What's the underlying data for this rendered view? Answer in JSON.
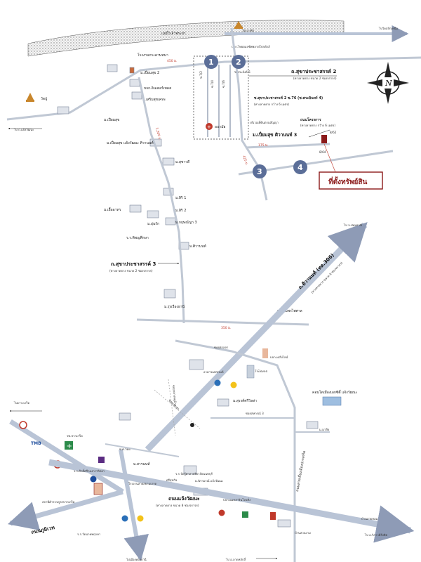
{
  "river": {
    "label": "แม่น้ำเจ้าพระยา"
  },
  "top_right_dest": "ไปวัดสลักเหนือ",
  "temple_top": "วัดบางพัง",
  "compass": {
    "north": "N"
  },
  "labels": {
    "factory": "โรงงานกระดาษหนา",
    "dist_450": "450 ม.",
    "company_photo": "บจก.ไทยฮอลซัพพลายโปรดักส์",
    "muban_piamsuk2": "ม.เปี่ยมสุข 2",
    "company_inter": "บจก.อินเตอร์เทคส",
    "wat_pu": "วัดปู",
    "muban_sermsuk": "ม.เสริมสุขเคหะ",
    "muban_piamsuk": "ม.เปี่ยมสุข",
    "to_chaengwattana_left": "ไป ถ.แจ้งวัฒนะ",
    "soi5": "ซ.พระอังค์ 5",
    "s72": "ซ.7/2",
    "s74": "ซ.7/4",
    "s76": "ซ.7/6",
    "road2_title": "ถ.สุขาประชาสรรค์ 2",
    "road2_sub": "(ทางลาดยาง ขนาด 2 ช่องจราจร)",
    "soi76_title": "ซ.สุขาประชาสรรค์ 2 ซ.76 (ซ.พระอินทร์ 4)",
    "soi76_sub": "(ทางลาดยาง กว้าง 6 เมตร)",
    "hospital": "อนามัย",
    "area_label": "บริเวณที่ดินตามสัญญา",
    "road_project": "ถนนโครงการ",
    "road_project_sub": "(ทางลาดยาง กว้าง 6 เมตร)",
    "muban_sivanat3": "ม.เปี่ยมสุข ศิวานนท์ 3",
    "dist_175": "175 ม.",
    "dist_425": "425 ม.",
    "plot1": "8/62",
    "plot2": "8/64",
    "property_box": "ที่ตั้งทรัพย์สิน",
    "dist_1300": "1,300 ม.",
    "muban_sivanat": "ม.เปี่ยมสุข แจ้งวัฒนะ ศิวานนท์",
    "muban_suchawadee": "ม.สุชาวดี",
    "muban_sirichai1": "ม.สิริ 1",
    "muban_sirichai2": "ม.สิริ 2",
    "muban_ekathorn": "ม.เอื้ออาทร",
    "muban_uthai": "ม.อุ่นรัก",
    "muban_kunthani3": "ม.กฤษณ์ญา 3",
    "school": "ร.ร.พิชญศึกษา",
    "muban_sirawan": "ม.ศิวานนท์",
    "to_pathumthani": "ไป จ.ปทุมธานี",
    "road3_title": "ถ.สุขาประชาสรรค์ 3",
    "road3_sub": "(ทางลาดยาง ขนาด 2 ช่องจราจร)",
    "tiwanon_title": "ถ.ติวานนท์ (ทล.306)",
    "tiwanon_sub": "(ทางลาดยาง ขนาด 6 ช่องจราจร)",
    "muban_rungrueang": "ม.รุ่งเรืองธานี",
    "school2": "ร.ร.อัมพรไพศาล",
    "dist_350": "350 ม.",
    "soi_sakon": "ซอยสกลลา",
    "company_dl": "บจก.เดลิ่งไลน์",
    "building_x": "อาคารแพชวนท์",
    "sevenel": "7-Eleven",
    "condo": "คอนโดเมืองเอกซิตี้ แจ้งวัฒนะ",
    "soi_big": "ซอยกลางหมู่บ้าน",
    "soi_ek": "ซอยเอกสุข",
    "soi_sahakorn": "ซอยสหกรณ์ 3",
    "muban_surangsri": "ม.สุรงค์ศรีวิลล่า",
    "muban_mali": "ม.มาลีย",
    "to_kret": "ไปเกาะเกร็ด",
    "tmb": "TMB",
    "hosp_pakkret": "รพ.ปากเกร็ด",
    "muban_sarn": "ม.สารนนท์",
    "soi_watti": "ซ.ศ.วัดตี",
    "school3": "ร.ร.วัดกู้ศาลาบริยาลัยนนทบุรี",
    "school4": "ร.ร.ศักดิ์ศรีกองการวิทยา",
    "hospital_nonthaburi": "โรงงานสายสยามเกรด",
    "srisuk": "ศรีสุขกิจ",
    "muban_nirun": "ม.นิรามรณ์ แจ้งวัฒนะ",
    "company_ms": "บจก.แมคสารินโลจสิ่ง",
    "ban_sayhom": "บ้านสายหอม",
    "chaeng_title": "ถนนแจ้งวัฒนะ",
    "chaeng_sub": "(ทางลาดยาง ขนาด 8 ช่องจราจร)",
    "station": "สถานีตำรวจภูธรปากเกร็ด",
    "ban_sayngam": "บ้านสวนงาม",
    "to_wattana": "ไป อ.วิภาวดีรังสิต",
    "phumiwet_title": "ถนนภูมิเวท",
    "school5": "ร.ร.วัดนาคพฤกษา",
    "to_muangthong": "ไปเมืองทองธานี",
    "to_lak_si": "ไป อ.ลาดหลักสี่"
  },
  "markers": [
    "1",
    "2",
    "3",
    "4"
  ],
  "colors": {
    "road_main": "#b9c4d6",
    "road_edge": "#7f8ea8",
    "road_minor": "#c7cbd3",
    "marker": "#5b6e98",
    "property": "#8b1a1a",
    "red_dot": "#d0021b"
  }
}
